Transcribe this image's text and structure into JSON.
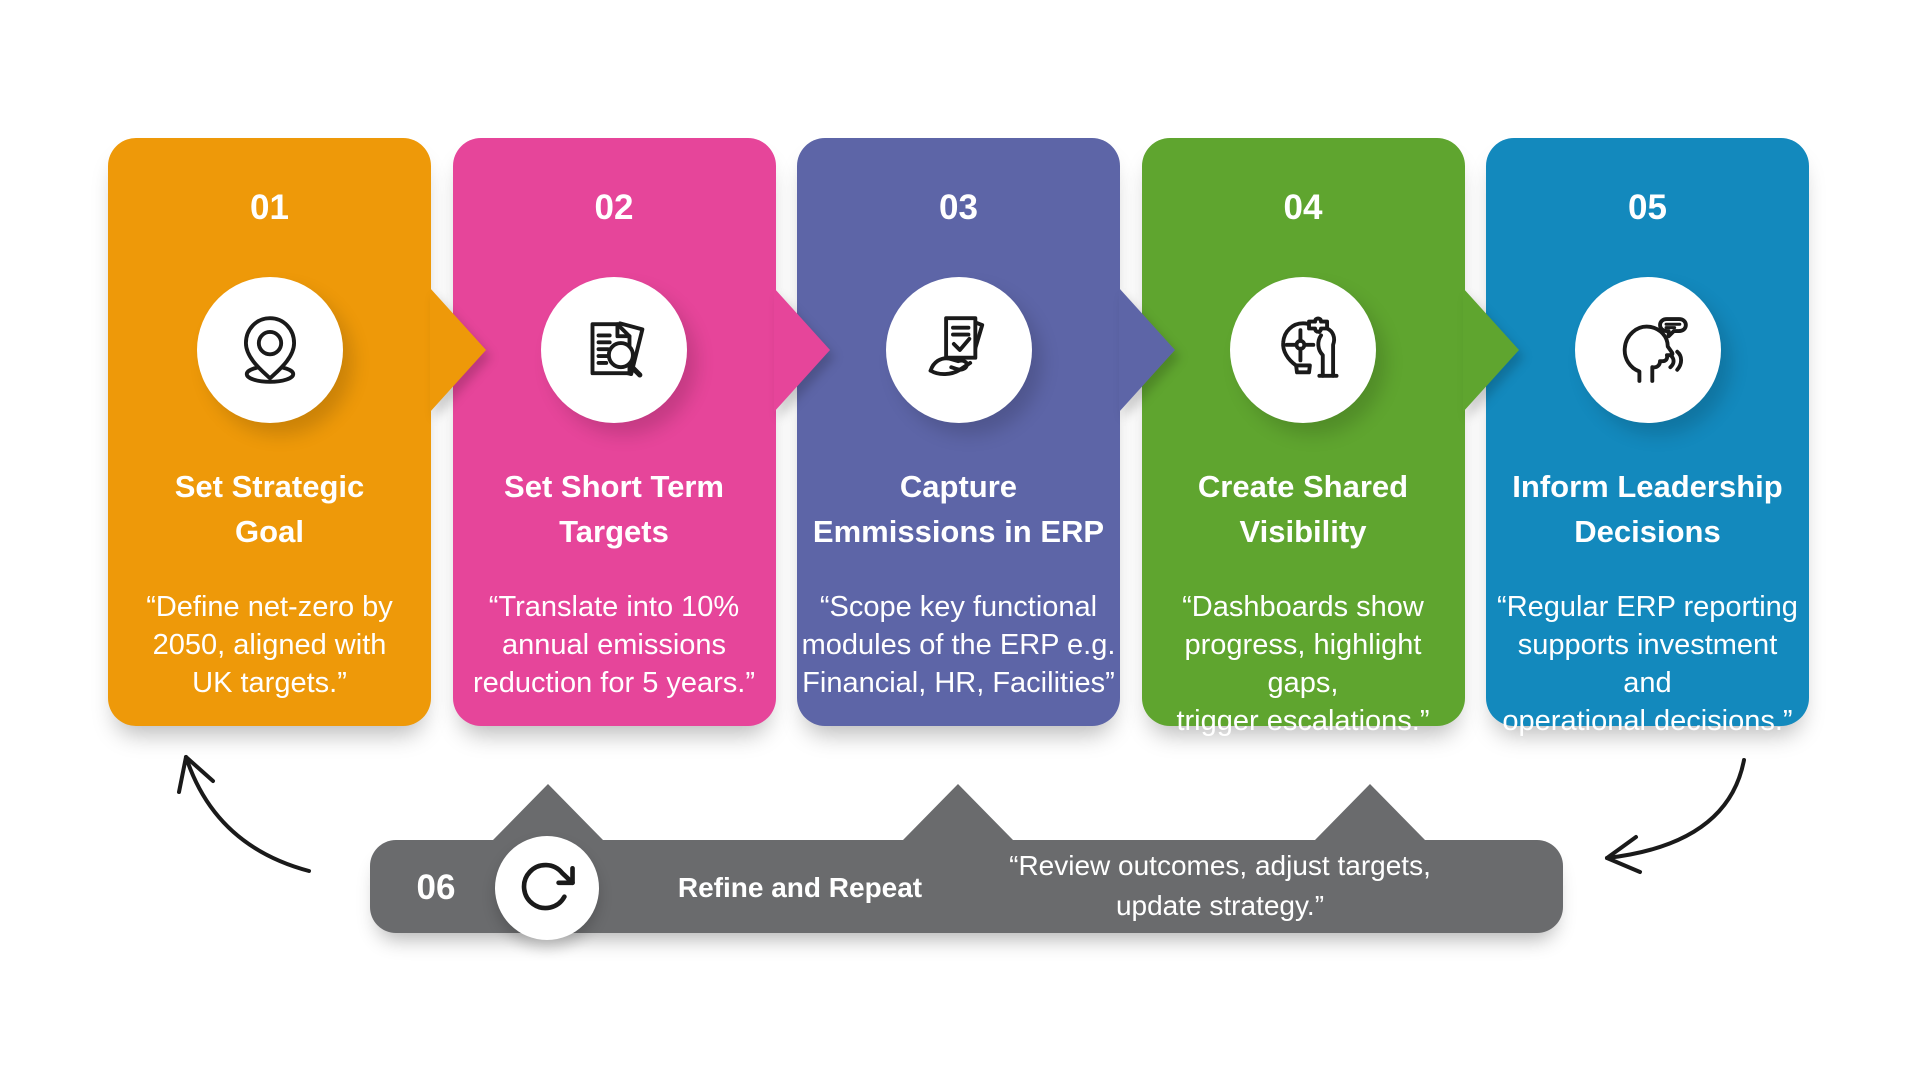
{
  "steps": [
    {
      "number": "01",
      "color": "#EE9909",
      "icon": "location-pin",
      "title_lines": [
        "Set Strategic",
        "Goal"
      ],
      "quote_lines": [
        "“Define net-zero by",
        "2050, aligned with",
        "UK targets.”"
      ]
    },
    {
      "number": "02",
      "color": "#E6459A",
      "icon": "document-search",
      "title_lines": [
        "Set Short Term",
        "Targets"
      ],
      "quote_lines": [
        "“Translate into 10%",
        "annual emissions",
        "reduction for 5 years.”"
      ]
    },
    {
      "number": "03",
      "color": "#5D65A7",
      "icon": "document-hand",
      "title_lines": [
        "Capture",
        "Emmissions in ERP"
      ],
      "quote_lines": [
        "“Scope key functional",
        "modules of the ERP e.g.",
        "Financial, HR, Facilities”"
      ]
    },
    {
      "number": "04",
      "color": "#5FA52F",
      "icon": "puzzle-lightbulb-hand",
      "title_lines": [
        "Create Shared",
        "Visibility"
      ],
      "quote_lines": [
        "“Dashboards show",
        "progress, highlight gaps,",
        "trigger escalations.”"
      ]
    },
    {
      "number": "05",
      "color": "#1389BD",
      "icon": "speaking-head",
      "title_lines": [
        "Inform Leadership",
        "Decisions"
      ],
      "quote_lines": [
        "“Regular ERP reporting",
        "supports investment and",
        "operational decisions.”"
      ]
    }
  ],
  "loop": {
    "number": "06",
    "color": "#6A6B6D",
    "icon": "refresh-arrow",
    "label": "Refine and Repeat",
    "quote_lines": [
      "“Review outcomes, adjust targets,",
      "update strategy.”"
    ]
  }
}
